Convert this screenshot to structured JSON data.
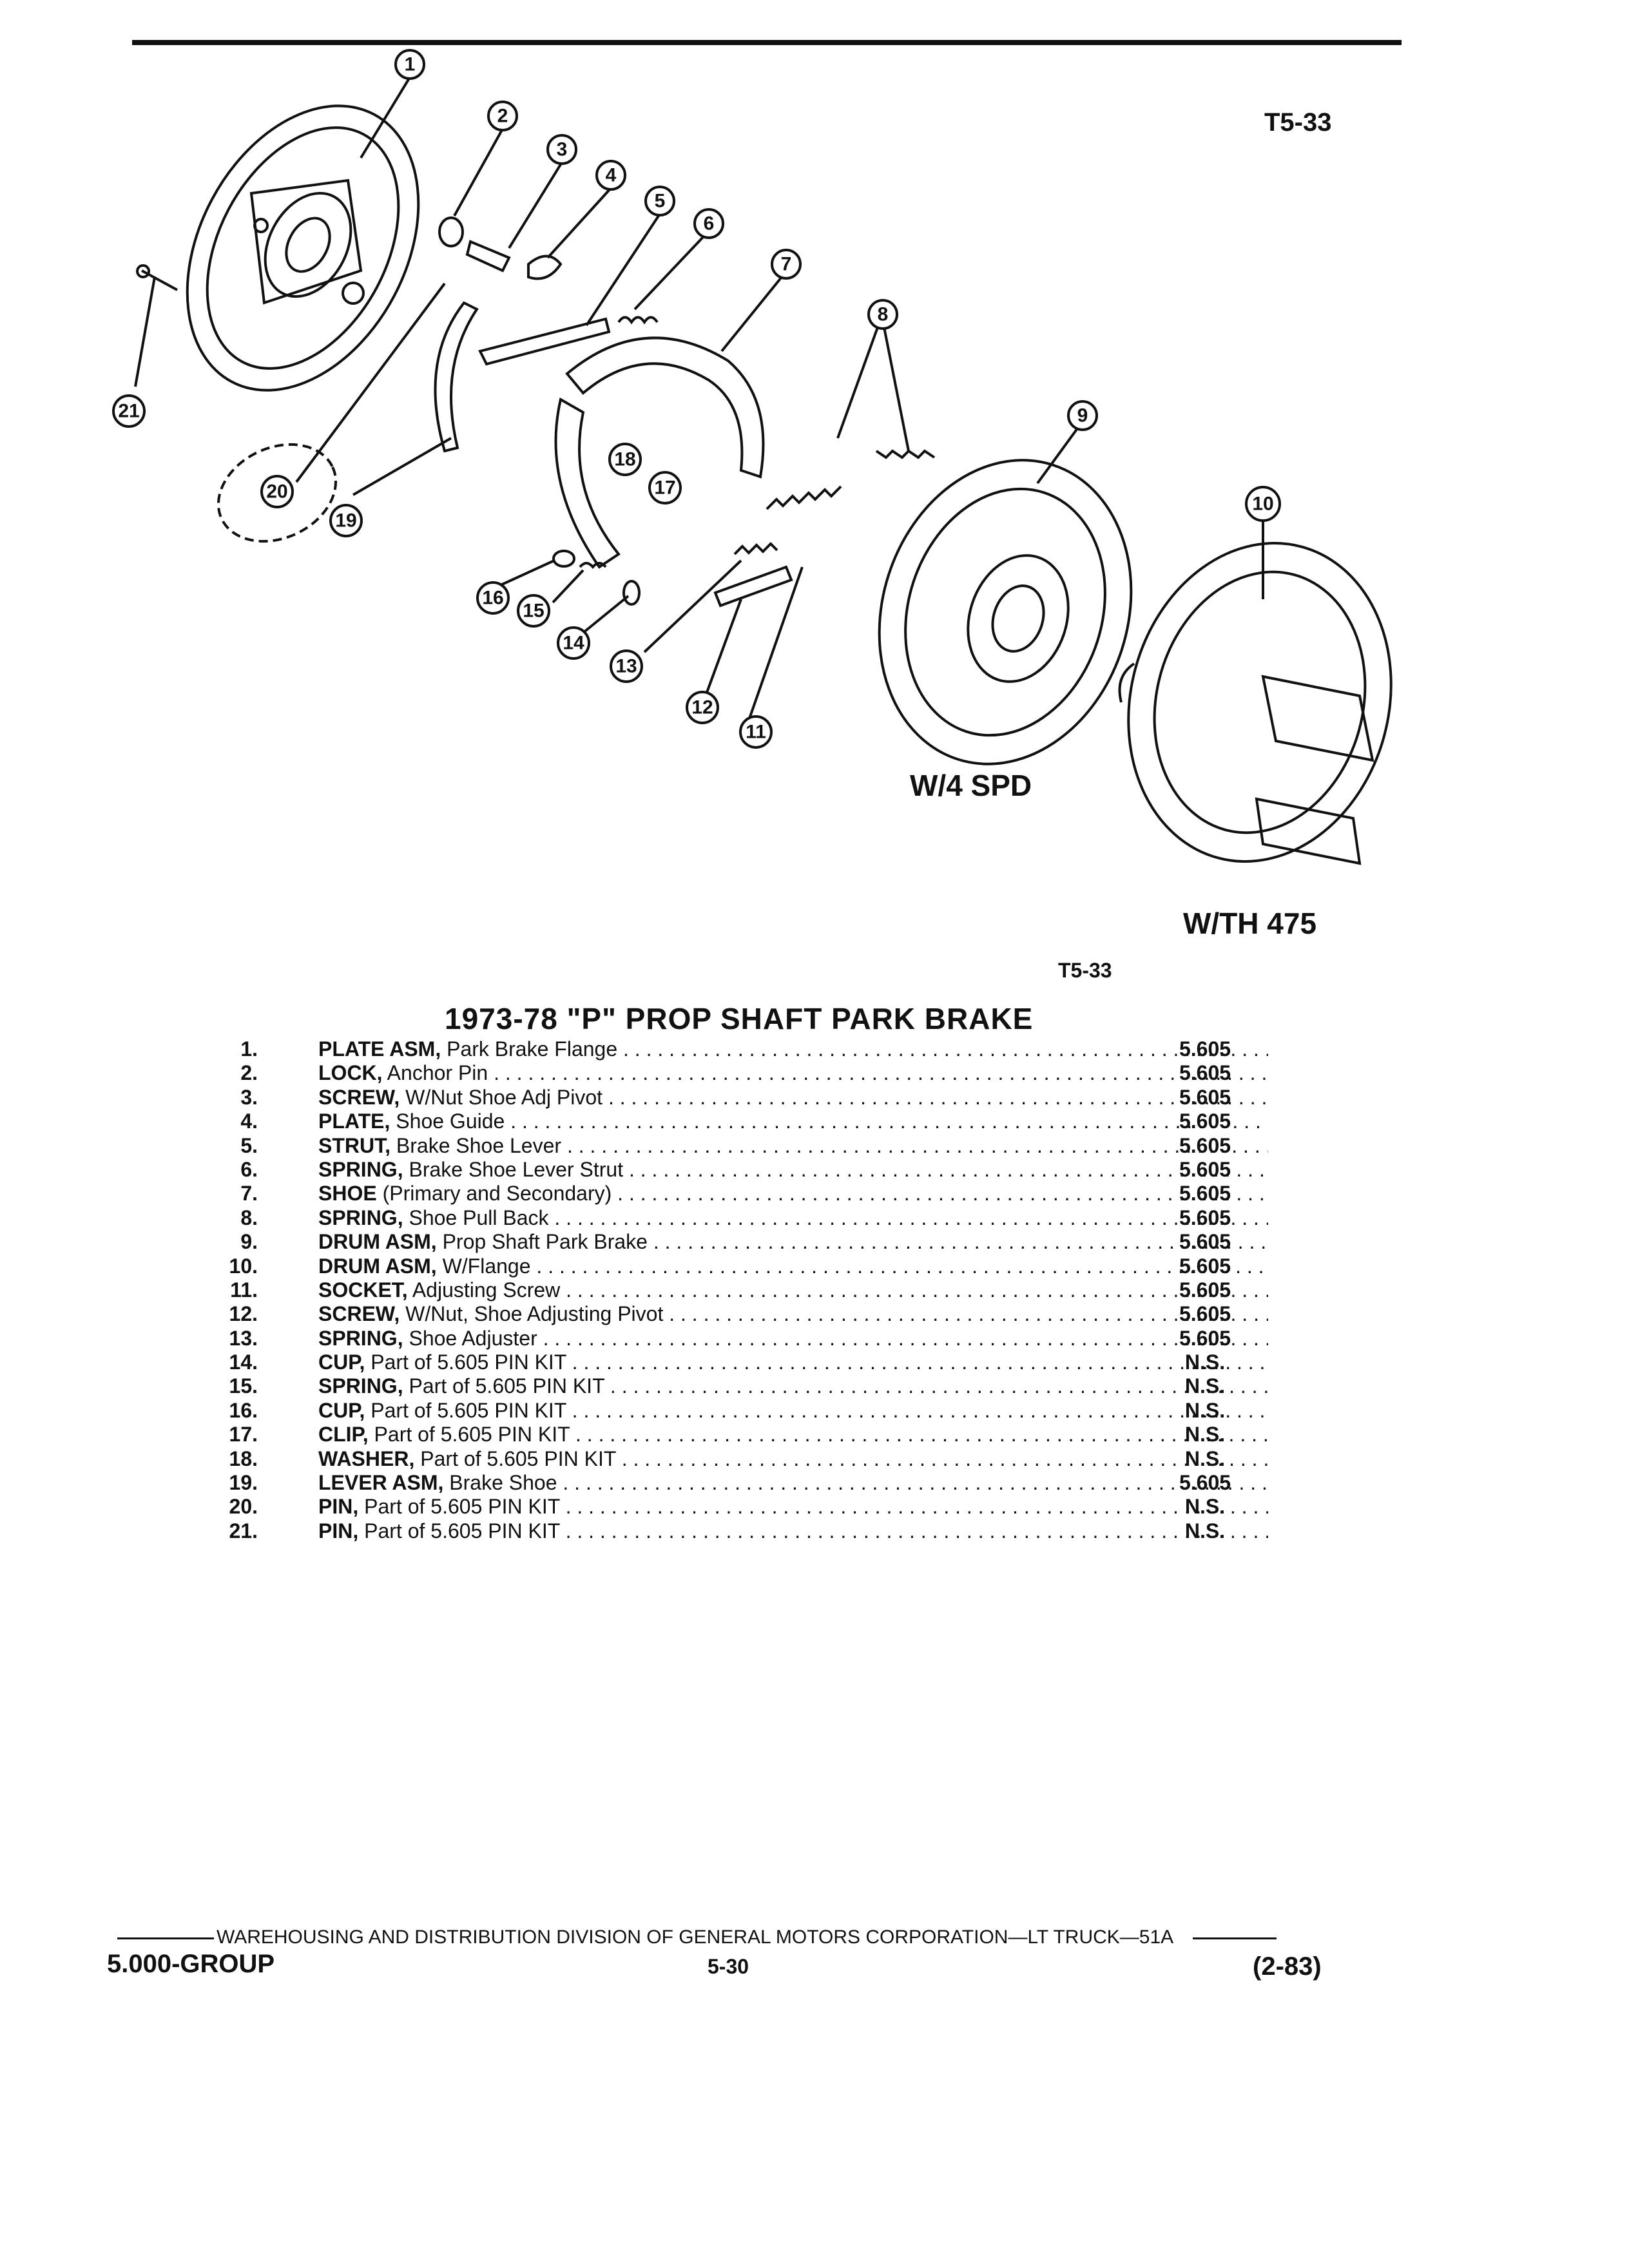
{
  "figure": {
    "code_top": "T5-33",
    "code_mid": "T5-33",
    "variant_4spd": "W/4 SPD",
    "variant_th475": "W/TH 475",
    "callouts": [
      "1",
      "2",
      "3",
      "4",
      "5",
      "6",
      "7",
      "8",
      "9",
      "10",
      "11",
      "12",
      "13",
      "14",
      "15",
      "16",
      "17",
      "18",
      "19",
      "20",
      "21"
    ]
  },
  "title": "1973-78 \"P\" PROP SHAFT PARK BRAKE",
  "parts": [
    {
      "num": "1.",
      "name": "PLATE ASM,",
      "desc": " Park Brake Flange",
      "ref": "5.605"
    },
    {
      "num": "2.",
      "name": "LOCK,",
      "desc": " Anchor Pin",
      "ref": "5.605"
    },
    {
      "num": "3.",
      "name": "SCREW,",
      "desc": " W/Nut Shoe Adj Pivot",
      "ref": "5.605"
    },
    {
      "num": "4.",
      "name": "PLATE,",
      "desc": " Shoe Guide",
      "ref": "5.605"
    },
    {
      "num": "5.",
      "name": "STRUT,",
      "desc": " Brake Shoe Lever",
      "ref": "5.605"
    },
    {
      "num": "6.",
      "name": "SPRING,",
      "desc": " Brake Shoe Lever Strut",
      "ref": "5.605"
    },
    {
      "num": "7.",
      "name": "SHOE",
      "desc": " (Primary and Secondary)",
      "ref": "5.605"
    },
    {
      "num": "8.",
      "name": "SPRING,",
      "desc": " Shoe Pull Back",
      "ref": "5.605"
    },
    {
      "num": "9.",
      "name": "DRUM ASM,",
      "desc": " Prop Shaft Park Brake",
      "ref": "5.605"
    },
    {
      "num": "10.",
      "name": "DRUM ASM,",
      "desc": " W/Flange",
      "ref": "5.605"
    },
    {
      "num": "11.",
      "name": "SOCKET,",
      "desc": " Adjusting Screw",
      "ref": "5.605"
    },
    {
      "num": "12.",
      "name": "SCREW,",
      "desc": " W/Nut, Shoe Adjusting Pivot",
      "ref": "5.605"
    },
    {
      "num": "13.",
      "name": "SPRING,",
      "desc": " Shoe Adjuster",
      "ref": "5.605"
    },
    {
      "num": "14.",
      "name": "CUP,",
      "desc": " Part of 5.605 PIN KIT",
      "ref": "N.S."
    },
    {
      "num": "15.",
      "name": "SPRING,",
      "desc": " Part of 5.605 PIN KIT",
      "ref": "N.S."
    },
    {
      "num": "16.",
      "name": "CUP,",
      "desc": " Part of 5.605 PIN KIT",
      "ref": "N.S."
    },
    {
      "num": "17.",
      "name": "CLIP,",
      "desc": " Part of 5.605 PIN KIT",
      "ref": "N.S."
    },
    {
      "num": "18.",
      "name": "WASHER,",
      "desc": " Part of 5.605 PIN KIT",
      "ref": "N.S."
    },
    {
      "num": "19.",
      "name": "LEVER ASM,",
      "desc": " Brake Shoe",
      "ref": "5.605"
    },
    {
      "num": "20.",
      "name": "PIN,",
      "desc": " Part of 5.605 PIN KIT",
      "ref": "N.S."
    },
    {
      "num": "21.",
      "name": "PIN,",
      "desc": " Part of 5.605 PIN KIT",
      "ref": "N.S."
    }
  ],
  "footer": {
    "division": "WAREHOUSING AND DISTRIBUTION  DIVISION OF GENERAL MOTORS CORPORATION—LT TRUCK—51A",
    "group": "5.000-GROUP",
    "page": "5-30",
    "date": "(2-83)"
  }
}
